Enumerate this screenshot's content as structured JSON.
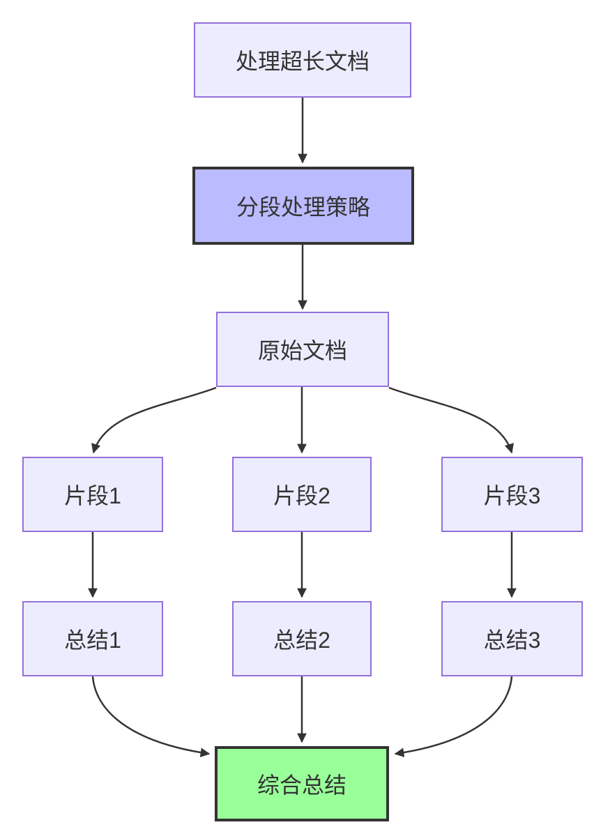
{
  "diagram": {
    "type": "flowchart",
    "direction": "top-down",
    "nodes": {
      "process_long_doc": {
        "label": "处理超长文档",
        "style": "default"
      },
      "chunking_strategy": {
        "label": "分段处理策略",
        "style": "emphasis"
      },
      "original_doc": {
        "label": "原始文档",
        "style": "default"
      },
      "fragment1": {
        "label": "片段1",
        "style": "default"
      },
      "fragment2": {
        "label": "片段2",
        "style": "default"
      },
      "fragment3": {
        "label": "片段3",
        "style": "default"
      },
      "summary1": {
        "label": "总结1",
        "style": "default"
      },
      "summary2": {
        "label": "总结2",
        "style": "default"
      },
      "summary3": {
        "label": "总结3",
        "style": "default"
      },
      "final_summary": {
        "label": "综合总结",
        "style": "success"
      }
    },
    "edges": [
      {
        "from": "process_long_doc",
        "to": "chunking_strategy"
      },
      {
        "from": "chunking_strategy",
        "to": "original_doc"
      },
      {
        "from": "original_doc",
        "to": "fragment1"
      },
      {
        "from": "original_doc",
        "to": "fragment2"
      },
      {
        "from": "original_doc",
        "to": "fragment3"
      },
      {
        "from": "fragment1",
        "to": "summary1"
      },
      {
        "from": "fragment2",
        "to": "summary2"
      },
      {
        "from": "fragment3",
        "to": "summary3"
      },
      {
        "from": "summary1",
        "to": "final_summary"
      },
      {
        "from": "summary2",
        "to": "final_summary"
      },
      {
        "from": "summary3",
        "to": "final_summary"
      }
    ],
    "colors": {
      "node_fill": "#ECECFF",
      "node_border": "#9370DB",
      "emphasis_fill": "#BBBBFF",
      "emphasis_border": "#333333",
      "success_fill": "#99FF99",
      "success_border": "#333333",
      "edge": "#333333",
      "text": "#333333",
      "background": "#FFFFFF"
    }
  }
}
